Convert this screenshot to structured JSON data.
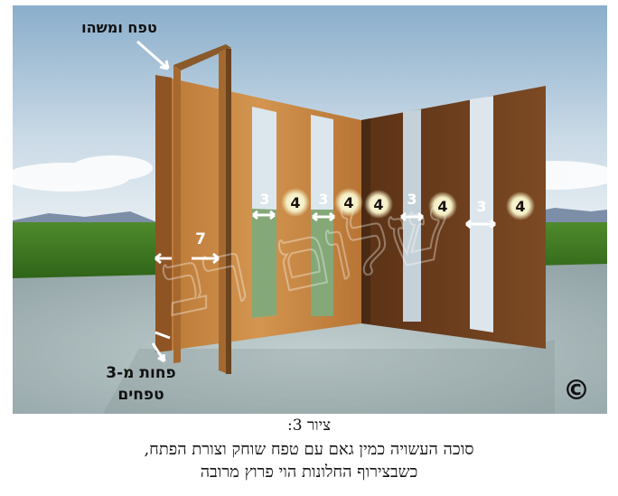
{
  "figure": {
    "label_top": "טפח ומשהו",
    "label_bottom_line1": "פחות מ-3",
    "label_bottom_line2": "טפחים",
    "dim_7": "7",
    "gap_values": [
      "3",
      "3",
      "3",
      "3"
    ],
    "post_values": [
      "4",
      "4",
      "4",
      "4",
      "4"
    ],
    "copyright_symbol": "©",
    "watermark": "שלום רב"
  },
  "caption": {
    "title": "ציור 3:",
    "line1": "סוכה העשויה כמין גאם עם טפח שוחק וצורת הפתח,",
    "line2": "כשבצירוף החלונות הוי פרוץ מרובה"
  },
  "colors": {
    "sky_top": "#8fb0c6",
    "sky_bottom": "#dbe6ee",
    "grass": "#3f7a22",
    "ground": "#a7b6b7",
    "wood_light": "#c98a45",
    "wood_dark": "#6e3f1d",
    "badge": "#f6f3d6"
  }
}
